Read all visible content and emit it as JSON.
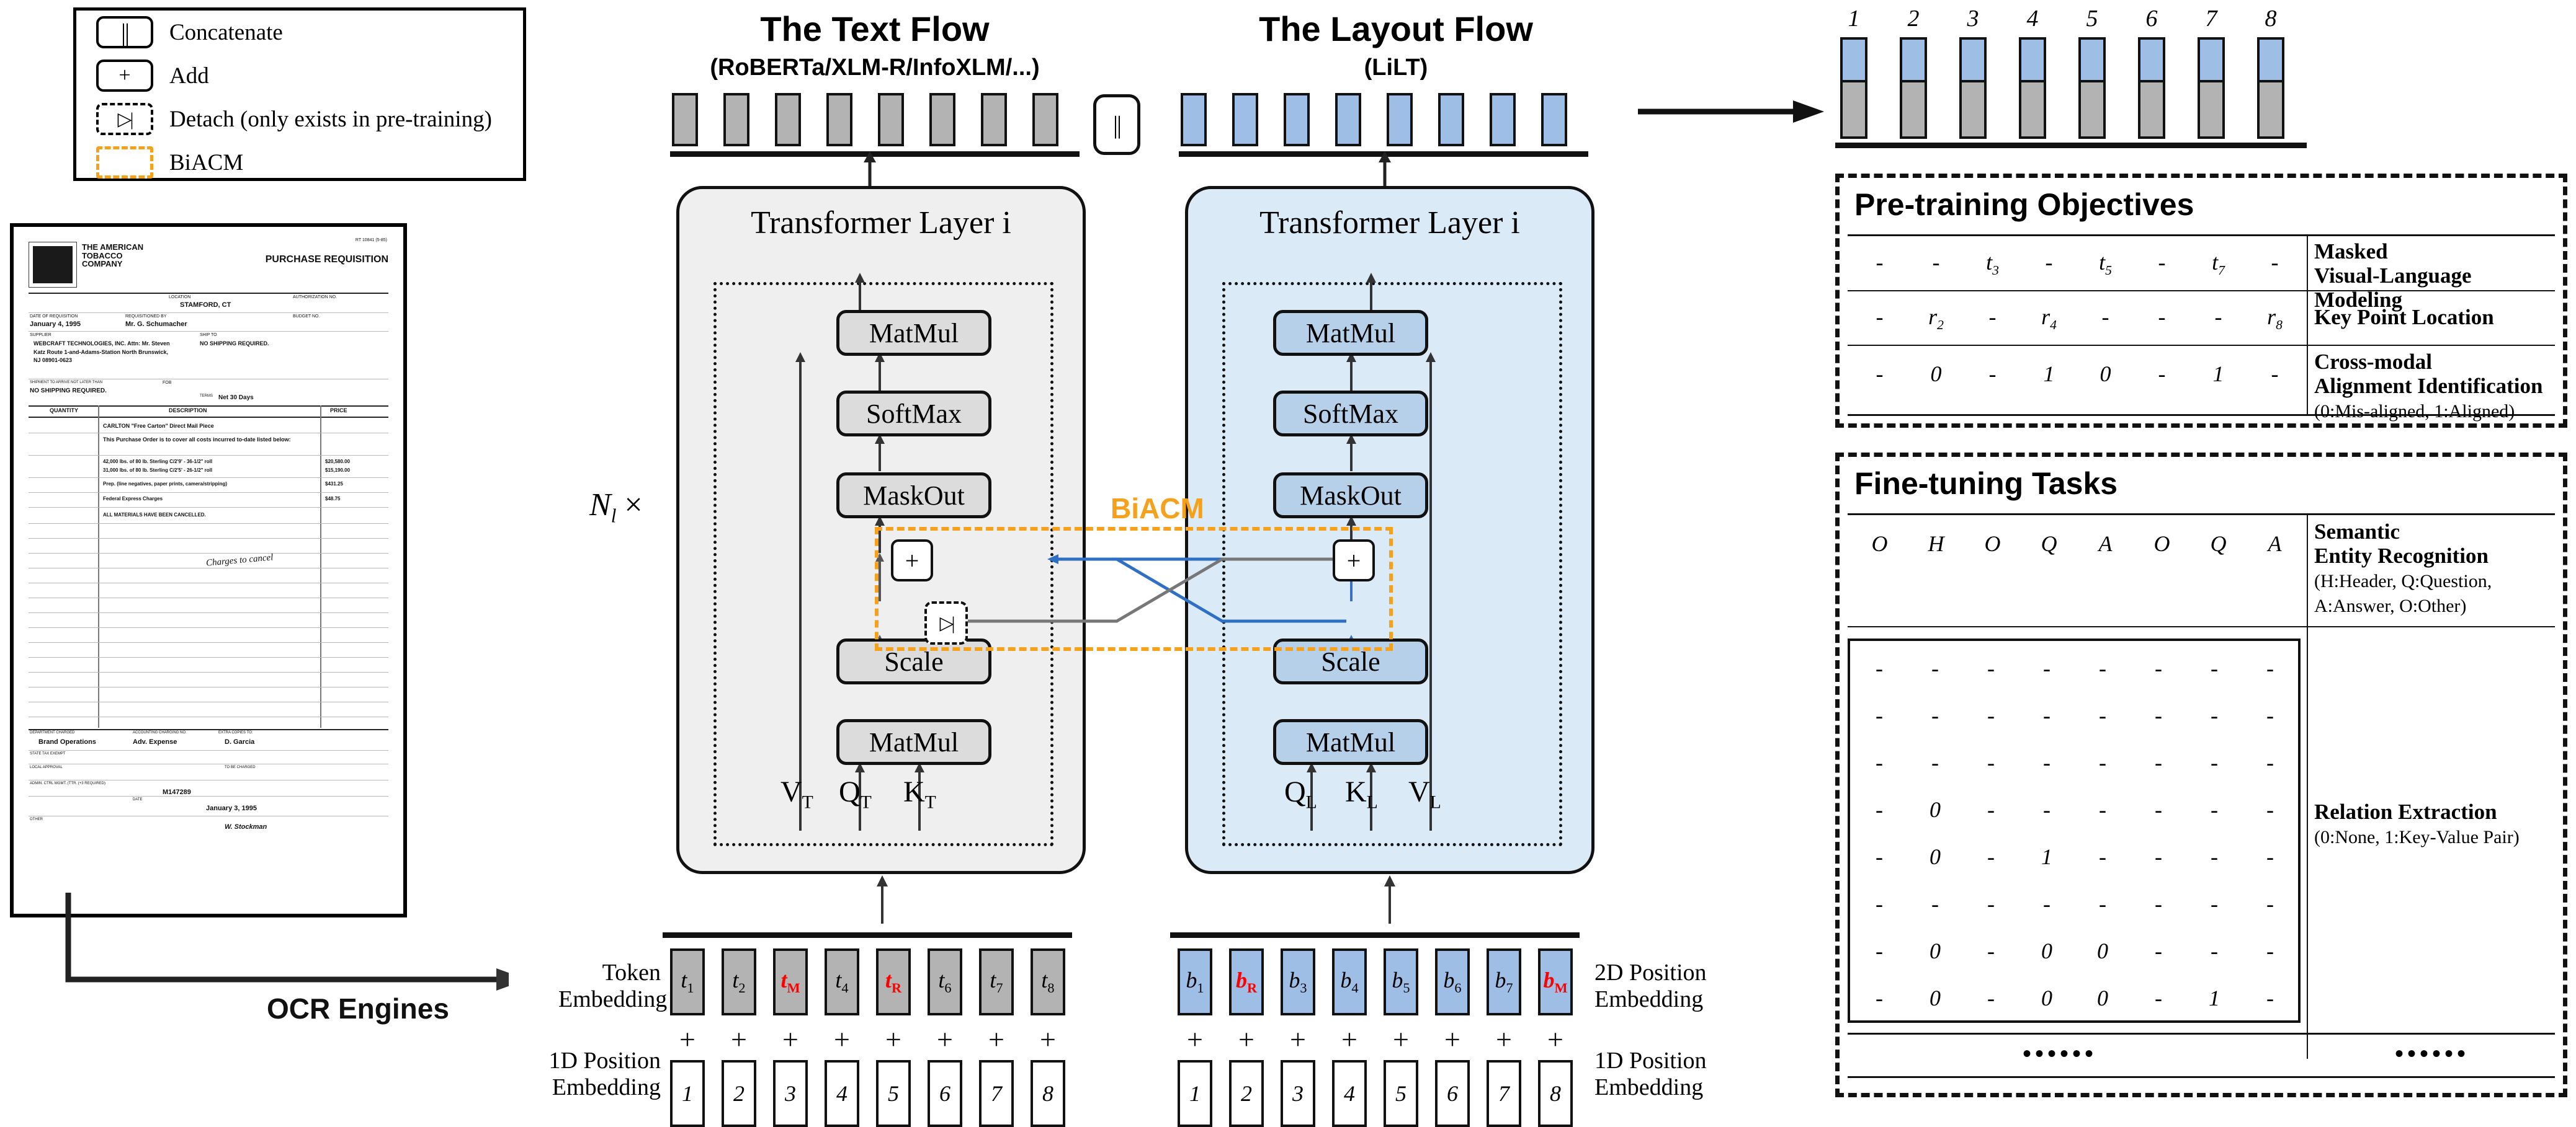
{
  "legend": {
    "items": [
      {
        "glyph": "||",
        "label": "Concatenate",
        "style": "solid"
      },
      {
        "glyph": "+",
        "label": "Add",
        "style": "solid"
      },
      {
        "glyph": "▷|",
        "label": "Detach (only exists in pre-training)",
        "style": "dashed"
      },
      {
        "glyph": "",
        "label": "BiACM",
        "style": "orange"
      }
    ]
  },
  "document": {
    "company": "THE AMERICAN TOBACCO COMPANY",
    "doc_title": "PURCHASE REQUISITION",
    "rt_no": "RT 10841 (5-85)",
    "fields": [
      {
        "label": "LOCATION",
        "value": "STAMFORD, CT"
      },
      {
        "label": "AUTHORIZATION NO.",
        "value": ""
      },
      {
        "label": "DATE OF REQUISITION",
        "value": "January 4, 1995"
      },
      {
        "label": "REQUISITIONED BY",
        "value": "Mr. G. Schumacher"
      },
      {
        "label": "BUDGET NO.",
        "value": ""
      },
      {
        "label": "SUPPLIER",
        "value": "WEBCRAFT TECHNOLOGIES, INC.  Attn: Mr. Steven Katz  Route 1-and-Adams-Station  North Brunswick, NJ 08901-0623"
      },
      {
        "label": "SHIP TO",
        "value": "NO SHIPPING REQUIRED."
      },
      {
        "label": "SHIPMENT TO ARRIVE NOT LATER THAN",
        "value": "NO SHIPPING REQUIRED."
      },
      {
        "label": "FOB",
        "value": ""
      },
      {
        "label": "TERMS",
        "value": "Net 30 Days"
      }
    ],
    "table_headers": [
      "QUANTITY",
      "DESCRIPTION",
      "PRICE"
    ],
    "lines": [
      {
        "desc": "CARLTON \"Free Carton\" Direct Mail Piece",
        "price": ""
      },
      {
        "desc": "This Purchase Order is to cover all costs incurred to-date listed below:",
        "price": ""
      },
      {
        "desc": "42,000 lbs. of 80 lb. Sterling C/2'9' - 36-1/2\" roll",
        "price": "$20,580.00"
      },
      {
        "desc": "31,000 lbs. of 80 lb. Sterling C/2'5' - 26-1/2\" roll",
        "price": "$15,190.00"
      },
      {
        "desc": "Prep. (line negatives, paper prints, camera/stripping)",
        "price": "$431.25"
      },
      {
        "desc": "Federal Express Charges",
        "price": "$48.75"
      },
      {
        "desc": "ALL MATERIALS HAVE BEEN CANCELLED.",
        "price": ""
      }
    ],
    "handwriting": "Charges to cancel",
    "footer": [
      {
        "label": "DEPARTMENT CHARGED",
        "value": "Brand Operations"
      },
      {
        "label": "ACCOUNTING CHARGING NO.",
        "value": "Adv. Expense"
      },
      {
        "label": "EXTRA COPIES TO:",
        "value": "D. Garcia"
      },
      {
        "label": "STATE TAX EXEMPT",
        "value": ""
      },
      {
        "label": "LOCAL APPROVAL",
        "value": ""
      },
      {
        "label": "TO BE CHARGED",
        "value": ""
      },
      {
        "label": "ADMIN. CTRL MGMT. (TTR. (+3 REQUIRED)",
        "value": "M147289"
      },
      {
        "label": "DATE",
        "value": "January 3, 1995"
      },
      {
        "label": "OTHER",
        "value": "W. Stockman"
      }
    ]
  },
  "ocr": {
    "label": "OCR Engines"
  },
  "text_flow": {
    "title": "The Text Flow",
    "subtitle": "(RoBERTa/XLM-R/InfoXLM/...)",
    "panel_title": "Transformer Layer i",
    "ops": [
      "MatMul",
      "SoftMax",
      "MaskOut",
      "Scale",
      "MatMul"
    ],
    "inputs": [
      "V",
      "Q",
      "K"
    ],
    "input_sub": "T"
  },
  "layout_flow": {
    "title": "The Layout Flow",
    "subtitle": "(LiLT)",
    "panel_title": "Transformer Layer i",
    "ops": [
      "MatMul",
      "SoftMax",
      "MaskOut",
      "Scale",
      "MatMul"
    ],
    "inputs": [
      "Q",
      "K",
      "V"
    ],
    "input_sub": "L"
  },
  "biacm": {
    "label": "BiACM",
    "color": "#F5A11B",
    "plus": "+",
    "detach": "▷|"
  },
  "repeat": {
    "label": "N",
    "sub": "l",
    "times": "×"
  },
  "embeddings": {
    "token_label": "Token\nEmbedding",
    "pos1d_label": "1D Position\nEmbedding",
    "pos2d_label": "2D Position\nEmbedding",
    "pos1d_label_right": "1D Position\nEmbedding",
    "plus": "+",
    "text_tokens": [
      {
        "base": "t",
        "sub": "1",
        "red": false
      },
      {
        "base": "t",
        "sub": "2",
        "red": false
      },
      {
        "base": "t",
        "sub": "M",
        "red": true
      },
      {
        "base": "t",
        "sub": "4",
        "red": false
      },
      {
        "base": "t",
        "sub": "R",
        "red": true
      },
      {
        "base": "t",
        "sub": "6",
        "red": false
      },
      {
        "base": "t",
        "sub": "7",
        "red": false
      },
      {
        "base": "t",
        "sub": "8",
        "red": false
      }
    ],
    "layout_tokens": [
      {
        "base": "b",
        "sub": "1",
        "red": false
      },
      {
        "base": "b",
        "sub": "R",
        "red": true
      },
      {
        "base": "b",
        "sub": "3",
        "red": false
      },
      {
        "base": "b",
        "sub": "4",
        "red": false
      },
      {
        "base": "b",
        "sub": "5",
        "red": false
      },
      {
        "base": "b",
        "sub": "6",
        "red": false
      },
      {
        "base": "b",
        "sub": "7",
        "red": false
      },
      {
        "base": "b",
        "sub": "M",
        "red": true
      }
    ],
    "positions": [
      "1",
      "2",
      "3",
      "4",
      "5",
      "6",
      "7",
      "8"
    ]
  },
  "output": {
    "numbers": [
      "1",
      "2",
      "3",
      "4",
      "5",
      "6",
      "7",
      "8"
    ]
  },
  "pretraining": {
    "title": "Pre-training Objectives",
    "rows": [
      {
        "cells": [
          {
            "base": "-",
            "sub": ""
          },
          {
            "base": "-",
            "sub": ""
          },
          {
            "base": "t",
            "sub": "3"
          },
          {
            "base": "-",
            "sub": ""
          },
          {
            "base": "t",
            "sub": "5"
          },
          {
            "base": "-",
            "sub": ""
          },
          {
            "base": "t",
            "sub": "7"
          },
          {
            "base": "-",
            "sub": ""
          }
        ],
        "name": "Masked\nVisual-Language Modeling",
        "note": ""
      },
      {
        "cells": [
          {
            "base": "-",
            "sub": ""
          },
          {
            "base": "r",
            "sub": "2"
          },
          {
            "base": "-",
            "sub": ""
          },
          {
            "base": "r",
            "sub": "4"
          },
          {
            "base": "-",
            "sub": ""
          },
          {
            "base": "-",
            "sub": ""
          },
          {
            "base": "-",
            "sub": ""
          },
          {
            "base": "r",
            "sub": "8"
          }
        ],
        "name": "Key Point Location",
        "note": ""
      },
      {
        "cells": [
          {
            "base": "-",
            "sub": ""
          },
          {
            "base": "0",
            "sub": ""
          },
          {
            "base": "-",
            "sub": ""
          },
          {
            "base": "1",
            "sub": ""
          },
          {
            "base": "0",
            "sub": ""
          },
          {
            "base": "-",
            "sub": ""
          },
          {
            "base": "1",
            "sub": ""
          },
          {
            "base": "-",
            "sub": ""
          }
        ],
        "name": "Cross-modal\nAlignment Identification",
        "note": "(0:Mis-aligned, 1:Aligned)"
      }
    ]
  },
  "finetuning": {
    "title": "Fine-tuning Tasks",
    "ser": {
      "labels": [
        "O",
        "H",
        "O",
        "Q",
        "A",
        "O",
        "Q",
        "A"
      ],
      "name": "Semantic\nEntity Recognition",
      "note": "(H:Header, Q:Question,\n A:Answer, O:Other)"
    },
    "re": {
      "name": "Relation Extraction",
      "note": "(0:None, 1:Key-Value Pair)",
      "matrix": [
        [
          "-",
          "-",
          "-",
          "-",
          "-",
          "-",
          "-",
          "-"
        ],
        [
          "-",
          "-",
          "-",
          "-",
          "-",
          "-",
          "-",
          "-"
        ],
        [
          "-",
          "-",
          "-",
          "-",
          "-",
          "-",
          "-",
          "-"
        ],
        [
          "-",
          "0",
          "-",
          "-",
          "-",
          "-",
          "-",
          "-"
        ],
        [
          "-",
          "0",
          "-",
          "1",
          "-",
          "-",
          "-",
          "-"
        ],
        [
          "-",
          "-",
          "-",
          "-",
          "-",
          "-",
          "-",
          "-"
        ],
        [
          "-",
          "0",
          "-",
          "0",
          "0",
          "-",
          "-",
          "-"
        ],
        [
          "-",
          "0",
          "-",
          "0",
          "0",
          "-",
          "1",
          "-"
        ]
      ]
    },
    "ellipsis_left": "••••••",
    "ellipsis_right": "••••••"
  }
}
